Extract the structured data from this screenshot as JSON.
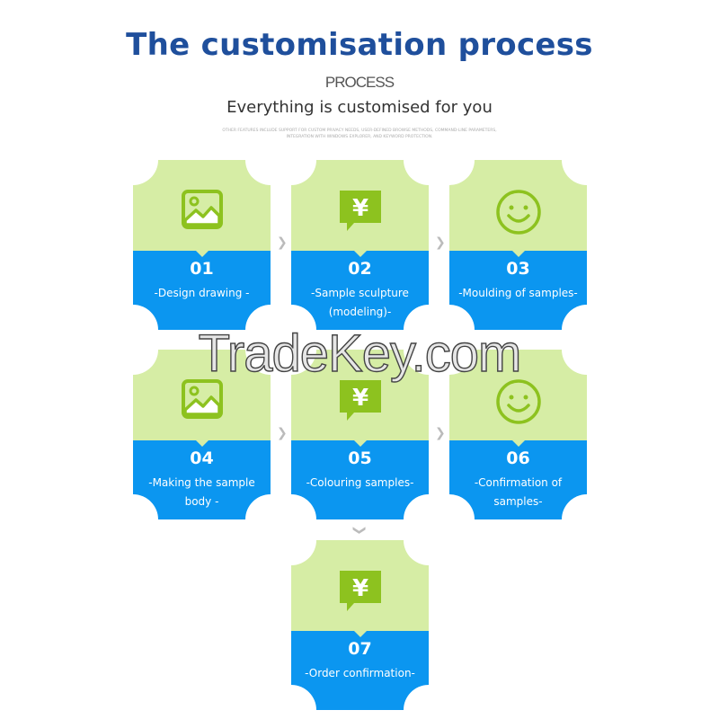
{
  "header": {
    "title": "The customisation process",
    "process_label": "PROCESS",
    "subtitle": "Everything is customised for you",
    "fine_print": "OTHER FEATURES INCLUDE SUPPORT FOR CUSTOM PRIVACY NEEDS, USER-DEFINED BROWSE METHODS, COMMAND-LINE PARAMETERS, INTEGRATION WITH WINDOWS EXPLORER, AND KEYWORD PROTECTION."
  },
  "steps": [
    {
      "number": "01",
      "label": "-Design drawing -",
      "icon": "image-icon"
    },
    {
      "number": "02",
      "label": "-Sample sculpture (modeling)-",
      "icon": "yen-chat-icon"
    },
    {
      "number": "03",
      "label": "-Moulding of samples-",
      "icon": "smiley-icon"
    },
    {
      "number": "04",
      "label": "-Making the sample body -",
      "icon": "image-icon"
    },
    {
      "number": "05",
      "label": "-Colouring samples-",
      "icon": "yen-chat-icon"
    },
    {
      "number": "06",
      "label": "-Confirmation of samples-",
      "icon": "smiley-icon"
    },
    {
      "number": "07",
      "label": "-Order confirmation-",
      "icon": "yen-chat-icon"
    }
  ],
  "watermark": "TradeKey.com",
  "colors": {
    "title": "#1f4f9c",
    "card_top": "#d6eda5",
    "card_bottom": "#0b96f0",
    "icon": "#8dc21f"
  }
}
